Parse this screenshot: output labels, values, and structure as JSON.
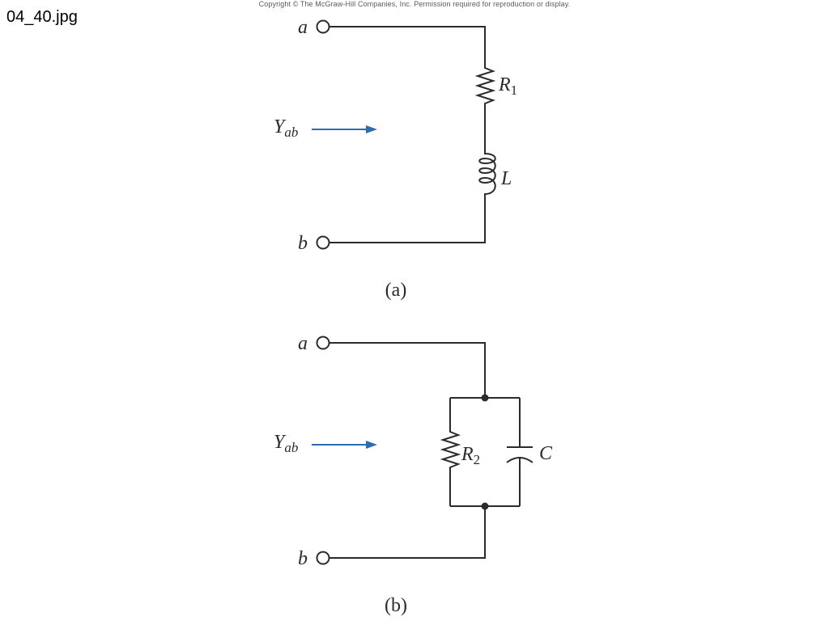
{
  "file_label": "04_40.jpg",
  "copyright": "Copyright © The McGraw-Hill Companies, Inc. Permission required for reproduction or display.",
  "colors": {
    "wire": "#2b2b2b",
    "arrow": "#2e6bb0"
  },
  "circuit_a": {
    "terminal_top": "a",
    "terminal_bottom": "b",
    "admittance_main": "Y",
    "admittance_sub": "ab",
    "resistor_main": "R",
    "resistor_sub": "1",
    "inductor": "L",
    "caption": "(a)"
  },
  "circuit_b": {
    "terminal_top": "a",
    "terminal_bottom": "b",
    "admittance_main": "Y",
    "admittance_sub": "ab",
    "resistor_main": "R",
    "resistor_sub": "2",
    "capacitor": "C",
    "caption": "(b)"
  }
}
